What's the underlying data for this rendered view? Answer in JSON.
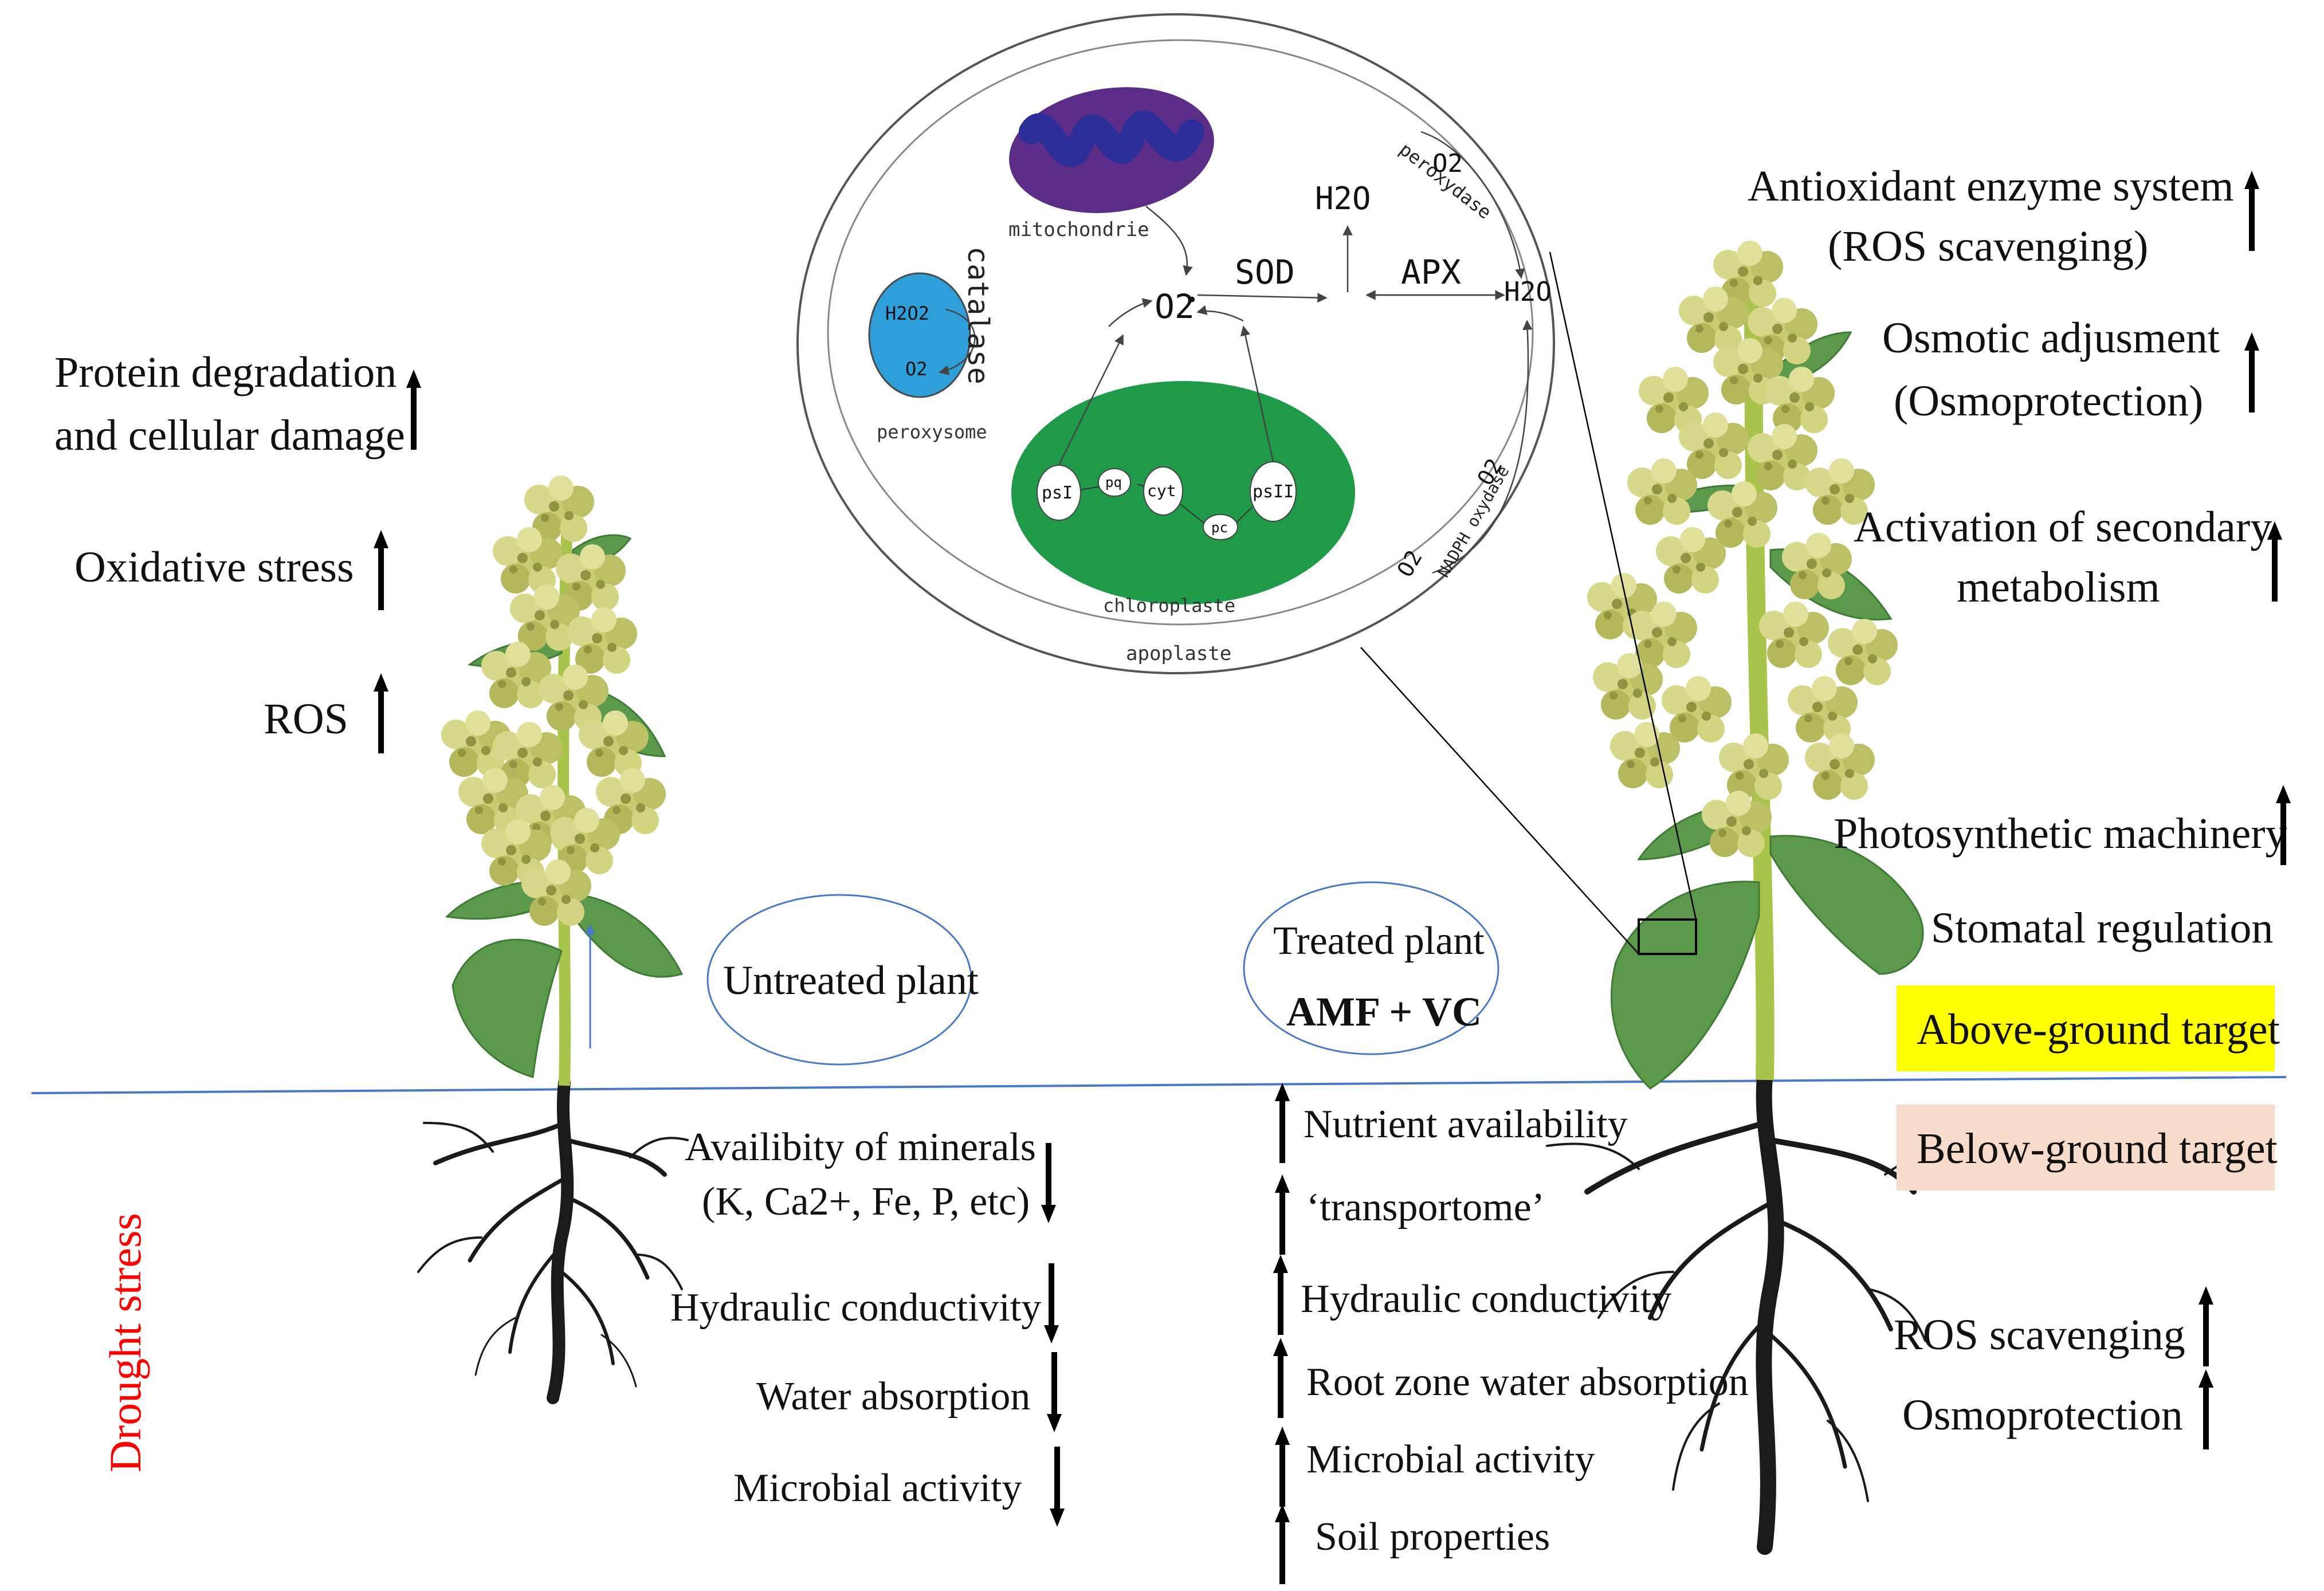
{
  "colors": {
    "ground_line": "#4a78c8",
    "above_ground_fill": "#ffff00",
    "below_ground_fill": "#f8dccb",
    "drought_text": "#ff0000",
    "mitochondria": "#5b2d86",
    "mitochondria_inner": "#2c2f9a",
    "peroxisome": "#2e9fd9",
    "chloroplast": "#1f9a48",
    "leaf": "#5a9a4a",
    "flower": "#c9cc72",
    "stem": "#a8c44a",
    "root": "#1a1a1a"
  },
  "left_effects": {
    "protein_line1": "Protein degradation",
    "protein_line2": "and cellular damage",
    "oxidative": "Oxidative stress",
    "ros": "ROS"
  },
  "right_effects": {
    "antioxidant_line1": "Antioxidant enzyme system",
    "antioxidant_line2": "(ROS scavenging)",
    "osmotic_line1": "Osmotic adjusment",
    "osmotic_line2": "(Osmoprotection)",
    "secondary_line1": "Activation of secondary",
    "secondary_line2": "metabolism",
    "photosynthetic": "Photosynthetic machinery",
    "stomatal": "Stomatal regulation"
  },
  "targets": {
    "above": "Above-ground target",
    "below": "Below-ground target"
  },
  "plants": {
    "untreated": "Untreated plant",
    "treated": "Treated plant",
    "treatment": "AMF + VC"
  },
  "untreated_below": {
    "minerals_line1": "Availibity of minerals",
    "minerals_line2": "(K, Ca2+, Fe, P, etc)",
    "hydraulic": "Hydraulic conductivity",
    "water": "Water absorption",
    "microbial": "Microbial activity"
  },
  "treated_below": {
    "nutrient": "Nutrient availability",
    "transportome": "‘transportome’",
    "hydraulic": "Hydraulic conductivity",
    "root_water": "Root zone water absorption",
    "microbial": "Microbial activity",
    "soil": "Soil properties"
  },
  "right_below": {
    "ros_scavenging": "ROS scavenging",
    "osmoprotection": "Osmoprotection"
  },
  "drought": "Drought stress",
  "cell": {
    "mitochondrie": "mitochondrie",
    "catalase": "catalase",
    "peroxysome": "peroxysome",
    "h2o2": "H2O2",
    "o2_small": "O2",
    "o2_main": "O2",
    "sod": "SOD",
    "apx": "APX",
    "h2o_top": "H2O",
    "h2o_right": "H2O",
    "o2_peroxydase": "O2",
    "peroxydase": "peroxydase",
    "o2_nadph_top": "O2",
    "o2_nadph_bottom": "O2",
    "nadph": "NADPH oxydase",
    "psI": "psI",
    "pq": "pq",
    "cyt": "cyt",
    "pc": "pc",
    "psII": "psII",
    "chloroplaste": "chloroplaste",
    "apoplaste": "apoplaste"
  }
}
